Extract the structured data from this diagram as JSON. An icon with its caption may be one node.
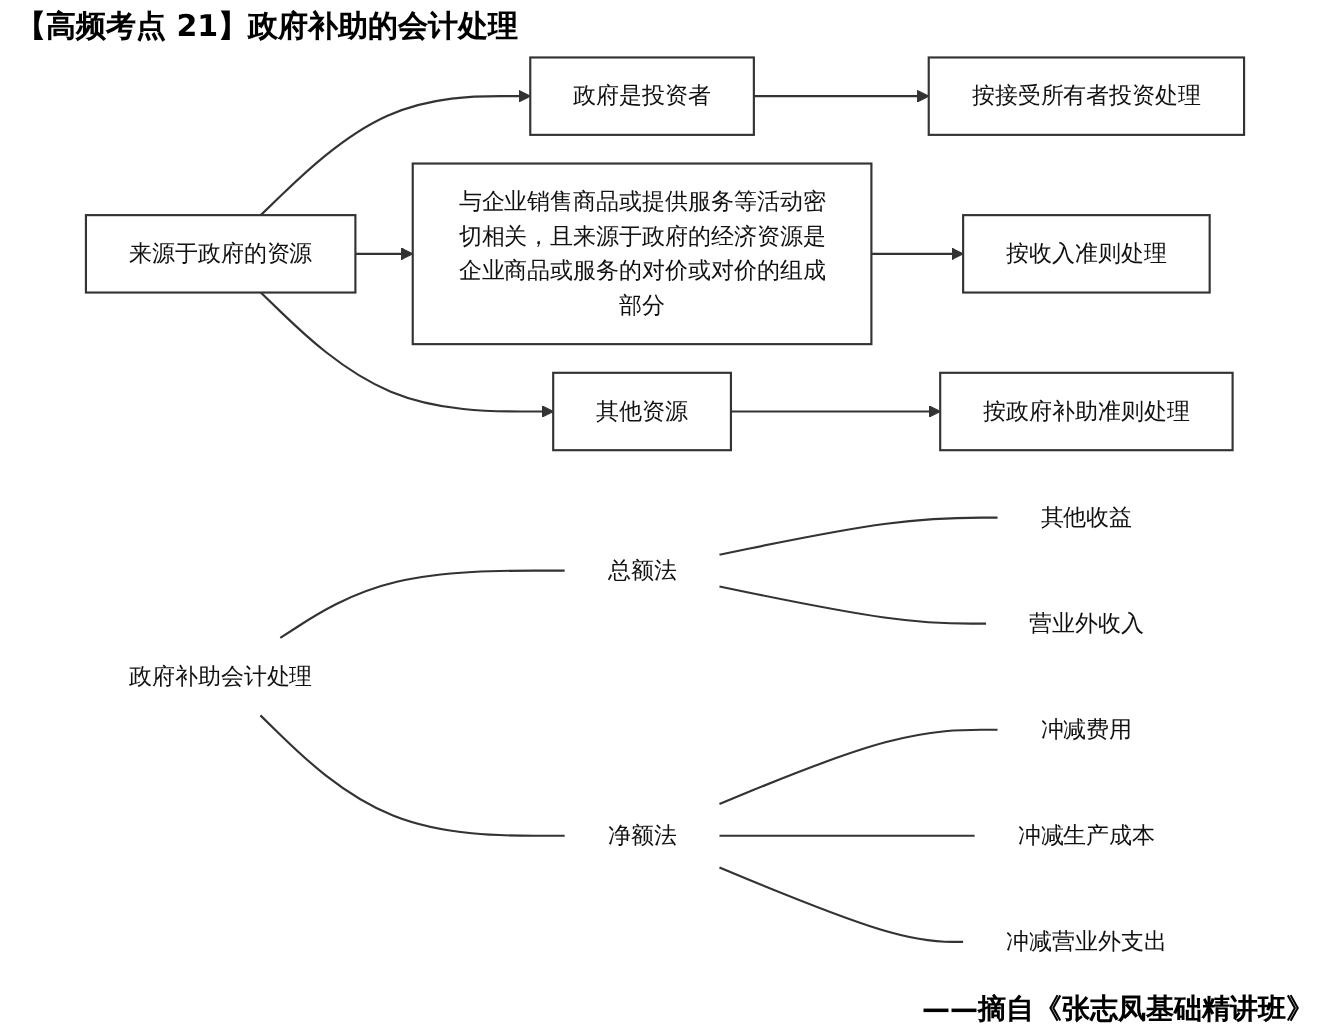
{
  "diagram": {
    "title": "【高频考点 21】政府补助的会计处理",
    "caption": "——摘自《张志凤基础精讲班》",
    "nodes": [
      {
        "text": [
          "来源于政府的资源"
        ]
      },
      {
        "text": [
          "政府是投资者"
        ]
      },
      {
        "text": [
          "按接受所有者投资处理"
        ]
      },
      {
        "text": [
          "与企业销售商品或提供服务等活动密切相关，且来源于政府的经济资源是企业商品或服务的对价或对价的组成部分"
        ]
      },
      {
        "text": [
          "按收入准则处理"
        ]
      },
      {
        "text": [
          "其他资源"
        ]
      },
      {
        "text": [
          "按政府补助准则处理"
        ]
      },
      {
        "text": [
          "政府补助会计处理"
        ]
      },
      {
        "text": [
          "总额法"
        ]
      },
      {
        "text": [
          "其他收益"
        ]
      },
      {
        "text": [
          "营业外收入"
        ]
      },
      {
        "text": [
          "净额法"
        ]
      },
      {
        "text": [
          "冲减费用"
        ]
      },
      {
        "text": [
          "冲减生产成本"
        ]
      },
      {
        "text": [
          "冲减营业外支出"
        ]
      }
    ],
    "edges": [
      {
        "from": 0,
        "to": 1,
        "arrow": "to"
      },
      {
        "from": 1,
        "to": 2,
        "arrow": "to"
      },
      {
        "from": 0,
        "to": 3,
        "arrow": "to"
      },
      {
        "from": 3,
        "to": 4,
        "arrow": "to"
      },
      {
        "from": 0,
        "to": 5,
        "arrow": "to"
      },
      {
        "from": 5,
        "to": 6,
        "arrow": "to"
      },
      {
        "from": 7,
        "to": 8,
        "arrow": "none"
      },
      {
        "from": 8,
        "to": 9,
        "arrow": "none"
      },
      {
        "from": 8,
        "to": 10,
        "arrow": "none"
      },
      {
        "from": 7,
        "to": 11,
        "arrow": "none"
      },
      {
        "from": 11,
        "to": 12,
        "arrow": "none"
      },
      {
        "from": 11,
        "to": 13,
        "arrow": "none"
      },
      {
        "from": 11,
        "to": 14,
        "arrow": "none"
      }
    ]
  }
}
